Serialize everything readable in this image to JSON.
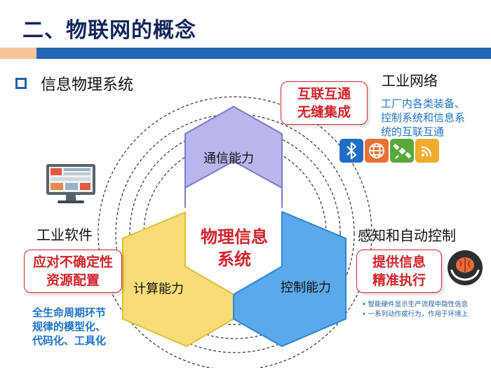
{
  "header": {
    "title": "二、物联网的概念"
  },
  "section": {
    "title": "信息物理系统"
  },
  "network": {
    "title": "工业网络",
    "box_lines": [
      "互联互通",
      "无缝集成"
    ],
    "desc_lines": [
      "工厂内各类装备、",
      "控制系统和信息系",
      "统的互联互通"
    ],
    "icons": [
      "bluetooth-icon",
      "globe-icon",
      "satellite-icon",
      "wifi-icon"
    ]
  },
  "software": {
    "title": "工业软件",
    "box_lines": [
      "应对不确定性",
      "资源配置"
    ],
    "desc_lines": [
      "全生命周期环节",
      "规律的模型化、",
      "代码化、工具化"
    ]
  },
  "control": {
    "title": "感知和自动控制",
    "box_lines": [
      "提供信息",
      "精准执行"
    ],
    "notes": [
      "• 智能硬件显示生产流程中隐性信息",
      "• 一系列动作或行为，作用于环境上"
    ]
  },
  "diagram": {
    "comm": "通信能力",
    "compute": "计算能力",
    "control": "控制能力",
    "center_lines": [
      "物理信息",
      "系统"
    ]
  },
  "colors": {
    "title": "#14255b",
    "accent_blue": "#2167b3",
    "accent_orange": "#f5c49b",
    "red": "#d2232a",
    "purple_hex": "#b9b6ec",
    "yellow_hex": "#f7dc78",
    "blue_hex": "#5ba8ea"
  }
}
